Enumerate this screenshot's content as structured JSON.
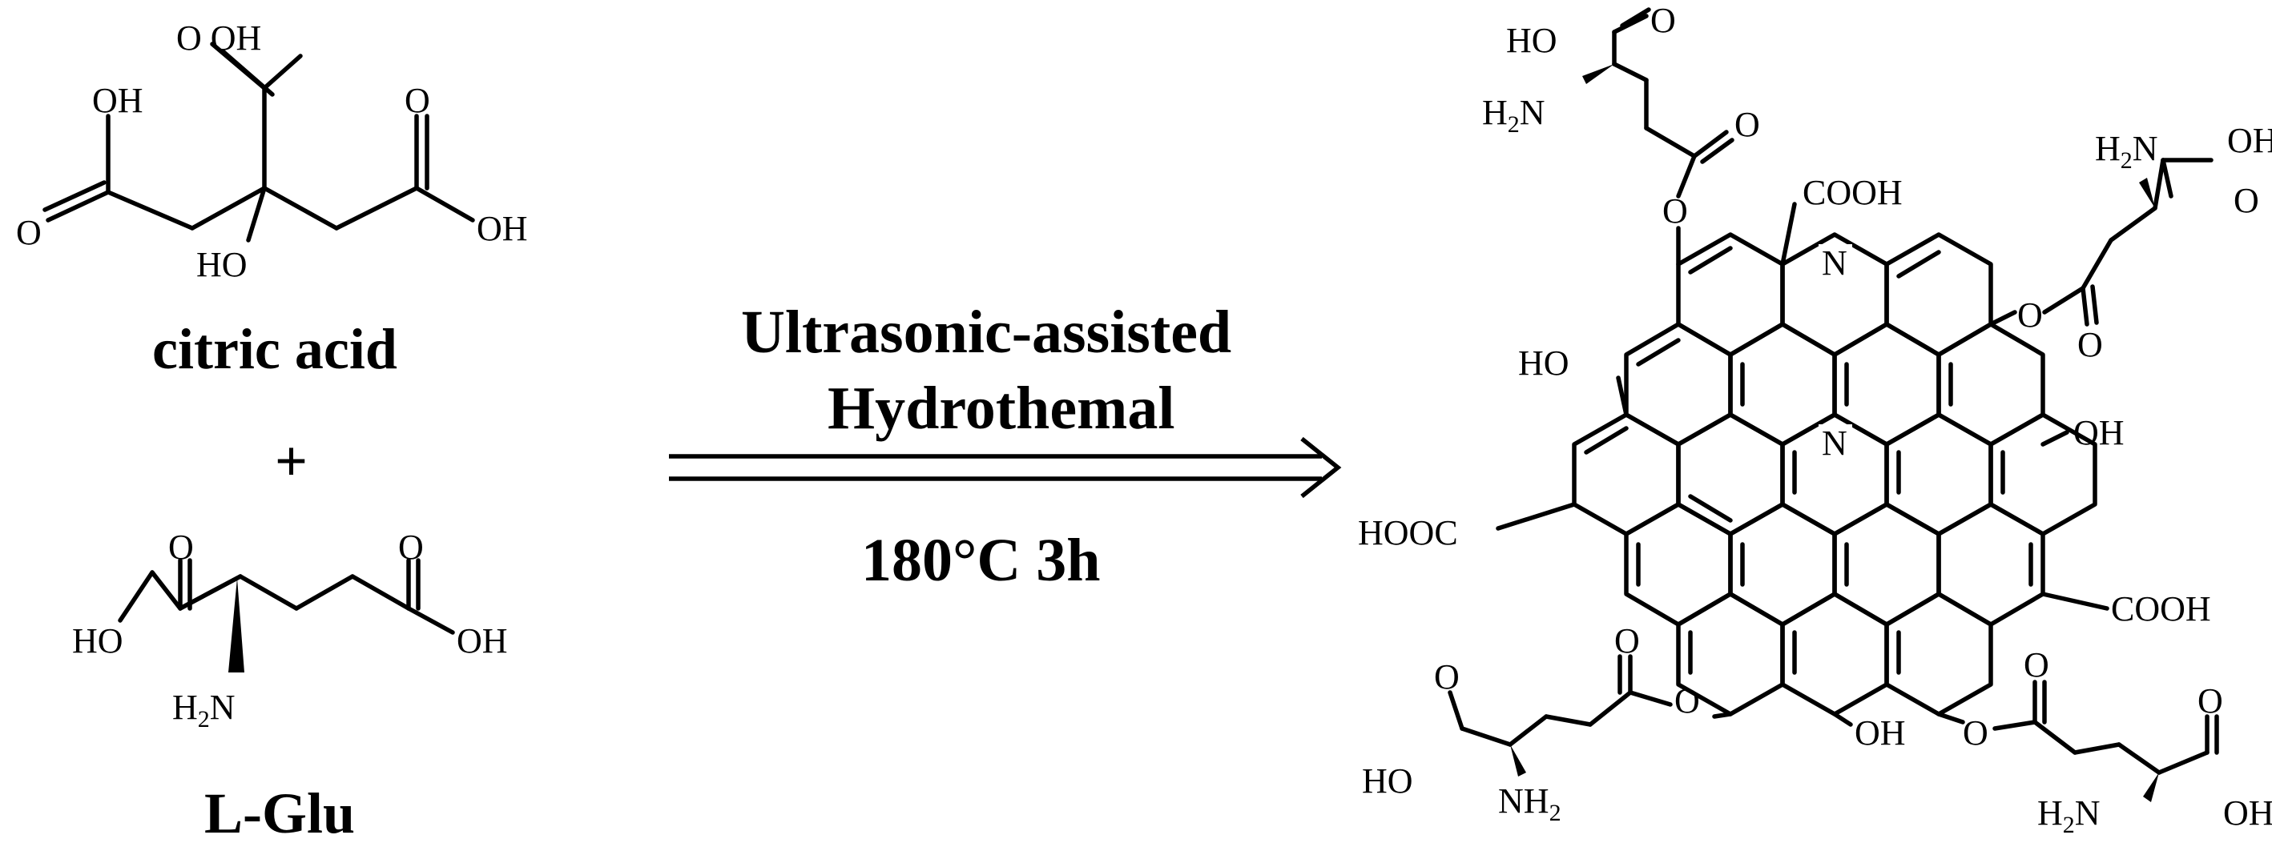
{
  "reactants": {
    "citric_acid": {
      "name": "citric acid",
      "labels": {
        "oh_top": "O  OH",
        "oh_left": "OH",
        "o_right": "O",
        "o_left": "O",
        "oh_right": "OH",
        "ho_center": "HO"
      }
    },
    "plus": "+",
    "l_glu": {
      "name": "L-Glu",
      "labels": {
        "o_left": "O",
        "o_right": "O",
        "ho_left": "HO",
        "oh_right": "OH",
        "h2n": "H"
      }
    }
  },
  "conditions": {
    "line1": "Ultrasonic-assisted",
    "line2": "Hydrothemal",
    "line3": "180°C  3h"
  },
  "product": {
    "labels": {
      "ho_o": "HO",
      "o": "O",
      "h2n": "H",
      "n": "N",
      "cooh": "COOH",
      "hooc": "HOOC",
      "oh": "OH",
      "ho": "HO",
      "nh2": "NH"
    }
  },
  "colors": {
    "ink": "#000000",
    "background": "#ffffff"
  }
}
